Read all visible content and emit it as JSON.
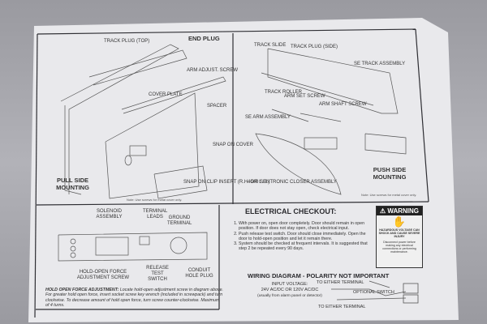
{
  "pull_side": {
    "title": "PULL SIDE MOUNTING",
    "labels": [
      "TRACK PLUG (TOP)",
      "END PLUG",
      "ARM ADJUST. SCREW",
      "COVER PLATE",
      "SPACER",
      "SNAP ON COVER",
      "SNAP ON CLIP INSERT (R.H. or L.H.)"
    ],
    "note": "Note: Use screws for metal cover only."
  },
  "push_side": {
    "title": "PUSH SIDE MOUNTING",
    "labels": [
      "TRACK SLIDE",
      "TRACK PLUG (SIDE)",
      "SE TRACK ASSEMBLY",
      "TRACK ROLLER",
      "ARM SET SCREW",
      "ARM SHAFT SCREW",
      "SE ARM ASSEMBLY",
      "4040 SENTRONIC CLOSER ASSEMBLY"
    ],
    "note": "Note: Use screws for metal cover only."
  },
  "closer_diagram": {
    "labels": [
      "SOLENOID ASSEMBLY",
      "TERMINAL LEADS",
      "GROUND TERMINAL",
      "HOLD-OPEN FORCE ADJUSTMENT SCREW",
      "RELEASE TEST SWITCH",
      "CONDUIT HOLE PLUG"
    ],
    "hold_open_heading": "HOLD OPEN FORCE ADJUSTMENT:",
    "hold_open_text": "Locate hold-open adjustment screw in diagram above. For greater hold open force, insert socket screw key wrench (included in screwpack) and turn clockwise. To decrease amount of hold open force, turn screw counter-clockwise. Maximum of 4 turns."
  },
  "electrical": {
    "title": "ELECTRICAL CHECKOUT:",
    "steps": [
      "With power on, open door completely. Door should remain in open position. If door does not stay open, check electrical input.",
      "Push release test switch. Door should close immediately. Open the door to hold-open position and let it remain there.",
      "System should be checked at frequent intervals. It is suggested that step 2 be repeated every 90 days."
    ]
  },
  "warning": {
    "heading": "WARNING",
    "hazard": "HAZARDOUS VOLTAGE CAN SHOCK AND CAUSE SEVERE INJURY",
    "advice": "Disconnect power before making any electrical connections or performing maintenance."
  },
  "wiring": {
    "title": "WIRING DIAGRAM - POLARITY NOT IMPORTANT",
    "input_label": "INPUT VOLTAGE:",
    "input_value": "24V AC/DC OR 120V AC/DC",
    "input_note": "(usually from alarm panel or detector)",
    "terminal_top": "TO EITHER TERMINAL",
    "switch": "OPTIONAL SWITCH",
    "terminal_bottom": "TO EITHER TERMINAL"
  }
}
